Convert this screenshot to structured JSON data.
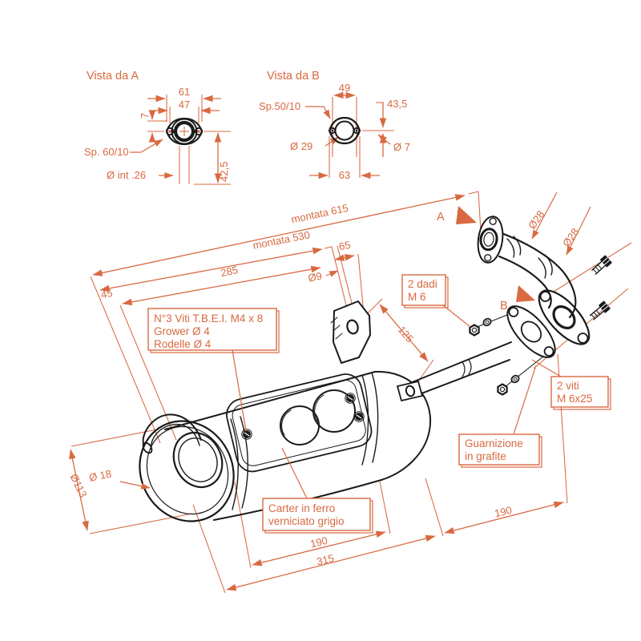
{
  "colors": {
    "accent": "#D96941",
    "line": "#1A1A1A",
    "background": "#FFFFFF"
  },
  "views": {
    "vista_a": {
      "title": "Vista da A",
      "dims": {
        "outer_width": "61",
        "holes_distance": "47",
        "hole_offset": "7",
        "height": "42,5",
        "thickness": "Sp. 60/10",
        "inner_diameter": "Ø int .26"
      }
    },
    "vista_b": {
      "title": "Vista da B",
      "dims": {
        "holes_distance": "49",
        "thickness": "Sp.50/10",
        "height": "43,5",
        "center_diameter": "Ø 29",
        "hole_diameter": "Ø 7",
        "outer_width": "63"
      }
    },
    "main": {
      "markers": {
        "a": "A",
        "b": "B"
      },
      "dims": {
        "montata_full": "montata 615",
        "montata_body": "montata 530",
        "body_length_to_bracket": "285",
        "nose_offset": "45",
        "bracket_to_pipe": "65",
        "bracket_hole_diameter": "Ø9",
        "bracket_span": "125",
        "pipe_diameter_1": "Ø28",
        "pipe_diameter_2": "Ø28",
        "tailpipe_diameter": "Ø 18",
        "body_diameter": "Ø113",
        "flange_span": "190",
        "shield_span": "190",
        "body_span": "315"
      }
    }
  },
  "callouts": {
    "shield_screws": {
      "lines": [
        "N°3 Viti T.B.E.I. M4 x 8",
        "Grower Ø 4",
        "Rodelle Ø 4"
      ]
    },
    "nuts": {
      "lines": [
        "2 dadi",
        "M 6"
      ]
    },
    "bolts": {
      "lines": [
        "2 viti",
        "M 6x25"
      ]
    },
    "gasket": {
      "lines": [
        "Guarnizione",
        "in grafite"
      ]
    },
    "casing": {
      "lines": [
        "Carter in ferro",
        "verniciato grigio"
      ]
    }
  }
}
